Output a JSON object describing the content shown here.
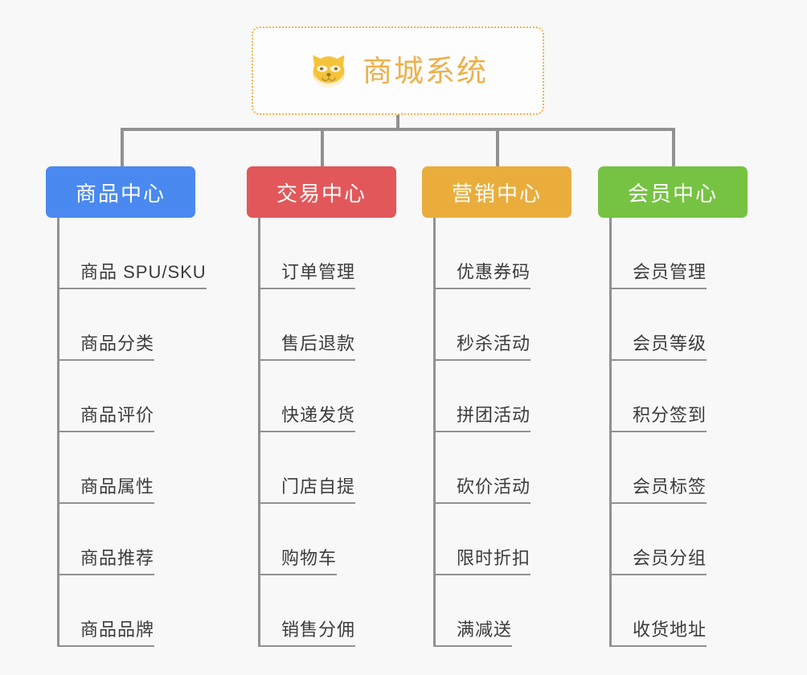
{
  "diagram": {
    "title": "商城系统",
    "root": {
      "label": "商城系统",
      "icon": "shiba-dog-icon",
      "border_color": "#edb44a",
      "text_color": "#edb04a",
      "background": "#fdfdfd"
    },
    "canvas_background": "#f8f8f8",
    "connector_color": "#919191",
    "branches": [
      {
        "label": "商品中心",
        "color": "#4a89f0",
        "items": [
          "商品 SPU/SKU",
          "商品分类",
          "商品评价",
          "商品属性",
          "商品推荐",
          "商品品牌"
        ]
      },
      {
        "label": "交易中心",
        "color": "#e2585a",
        "items": [
          "订单管理",
          "售后退款",
          "快递发货",
          "门店自提",
          "购物车",
          "销售分佣"
        ]
      },
      {
        "label": "营销中心",
        "color": "#eaad3c",
        "items": [
          "优惠券码",
          "秒杀活动",
          "拼团活动",
          "砍价活动",
          "限时折扣",
          "满减送"
        ]
      },
      {
        "label": "会员中心",
        "color": "#76c343",
        "items": [
          "会员管理",
          "会员等级",
          "积分签到",
          "会员标签",
          "会员分组",
          "收货地址"
        ]
      }
    ]
  }
}
